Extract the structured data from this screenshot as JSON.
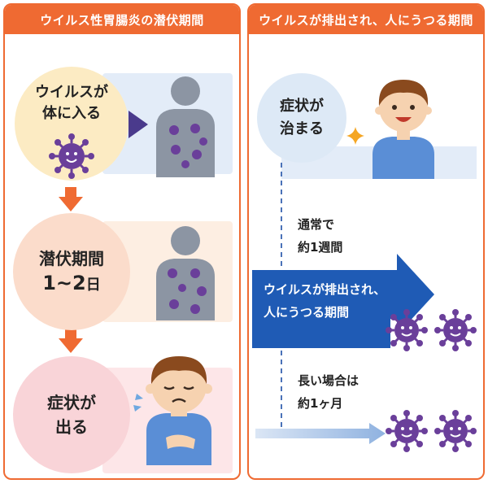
{
  "left_panel": {
    "title": "ウイルス性胃腸炎の潜伏期間",
    "step1": [
      "ウイルスが",
      "体に入る"
    ],
    "step2_line1": "潜伏期間",
    "step2_num": "1~2",
    "step2_unit": "日",
    "step3": [
      "症状が",
      "出る"
    ]
  },
  "right_panel": {
    "title": "ウイルスが排出され、人にうつる期間",
    "recovered": [
      "症状が",
      "治まる"
    ],
    "usual": [
      "通常で",
      "約1週間"
    ],
    "arrow_text": [
      "ウイルスが排出され、",
      "人にうつる期間"
    ],
    "long": [
      "長い場合は",
      "約1ヶ月"
    ]
  },
  "colors": {
    "accent": "#ef6a32",
    "arrow_blue": "#1f5bb5",
    "virus_purple": "#6a3f9a",
    "step1_circle": "#fcebc3",
    "step2_circle": "#fbdccb",
    "step3_circle": "#f9d4d8",
    "recovered_circle": "#dde9f6"
  },
  "icons": [
    "virus-icon",
    "triangle-arrow-icon",
    "down-arrow-icon",
    "child-icon",
    "sparkle-icon",
    "sick-child-icon"
  ]
}
